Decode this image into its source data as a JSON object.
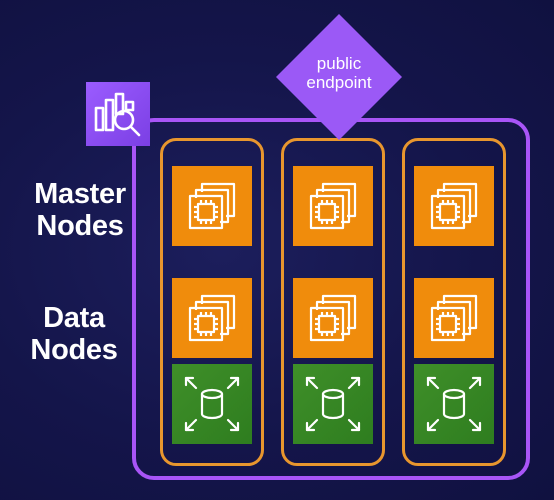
{
  "labels": {
    "master": [
      "Master",
      "Nodes"
    ],
    "data": [
      "Data",
      "Nodes"
    ],
    "endpoint": [
      "public",
      "endpoint"
    ]
  },
  "icons": {
    "service": "elasticsearch-service-icon",
    "compute": "ec2-instances-icon",
    "storage": "ebs-volume-icon"
  },
  "colors": {
    "background": "#14154a",
    "domain_border": "#a855f7",
    "az_border": "#e8962e",
    "compute": "#f08c0c",
    "storage": "#3f8f29",
    "service": "#8c4fff"
  }
}
